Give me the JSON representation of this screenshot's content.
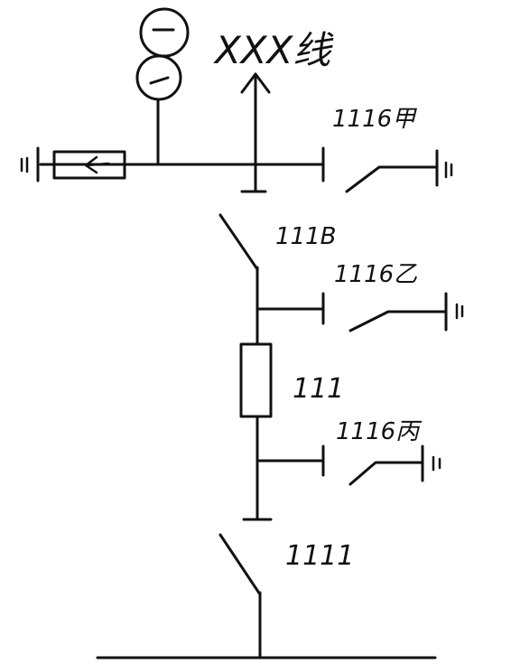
{
  "labels": {
    "line_name": "XXX线",
    "switch_111b_jia": "1116甲",
    "switch_111b": "111B",
    "switch_111b_yi": "1116乙",
    "breaker_111": "111",
    "switch_111b_bing": "1116丙",
    "switch_1111": "1111"
  },
  "colors": {
    "ink": "#111111",
    "background": "#ffffff"
  }
}
